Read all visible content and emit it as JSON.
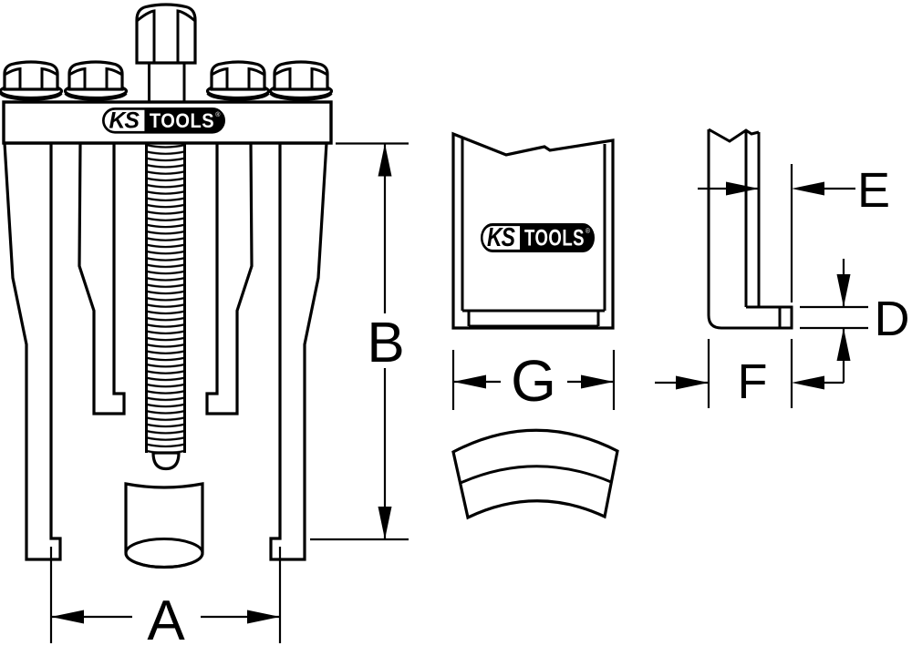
{
  "drawing": {
    "brand": {
      "ks": "KS",
      "tools": "TOOLS",
      "registered": "®"
    },
    "dimensions": {
      "a": "A",
      "b": "B",
      "d": "D",
      "e": "E",
      "f": "F",
      "g": "G"
    },
    "colors": {
      "line": "#000000",
      "background": "#ffffff"
    }
  }
}
